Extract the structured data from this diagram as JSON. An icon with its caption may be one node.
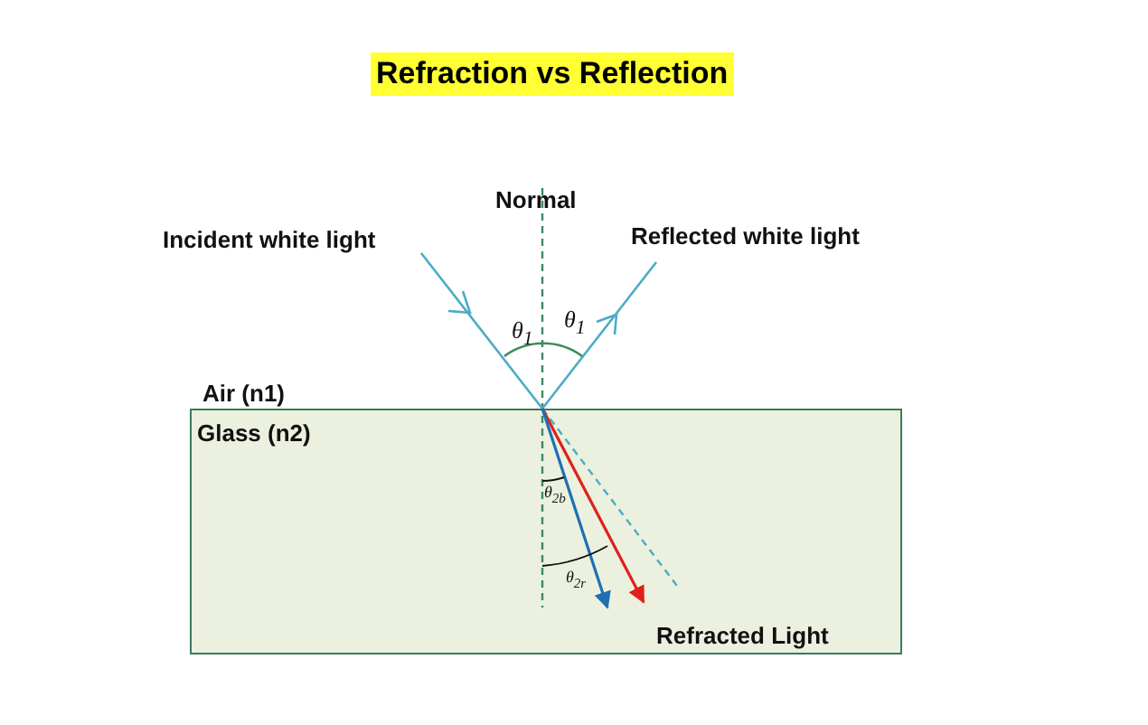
{
  "diagram": {
    "title": "Refraction vs Reflection",
    "nodes": [
      {
        "text": [
          "Glass (n2)"
        ]
      }
    ],
    "edges": [],
    "labels": [
      "Normal",
      "Incident white light",
      "Reflected white light",
      "θ$_{1}$",
      "θ$_{1}$",
      "Air (n1)",
      "θ$_{2b}$",
      "θ$_{2r}$",
      "Refracted Light"
    ]
  }
}
